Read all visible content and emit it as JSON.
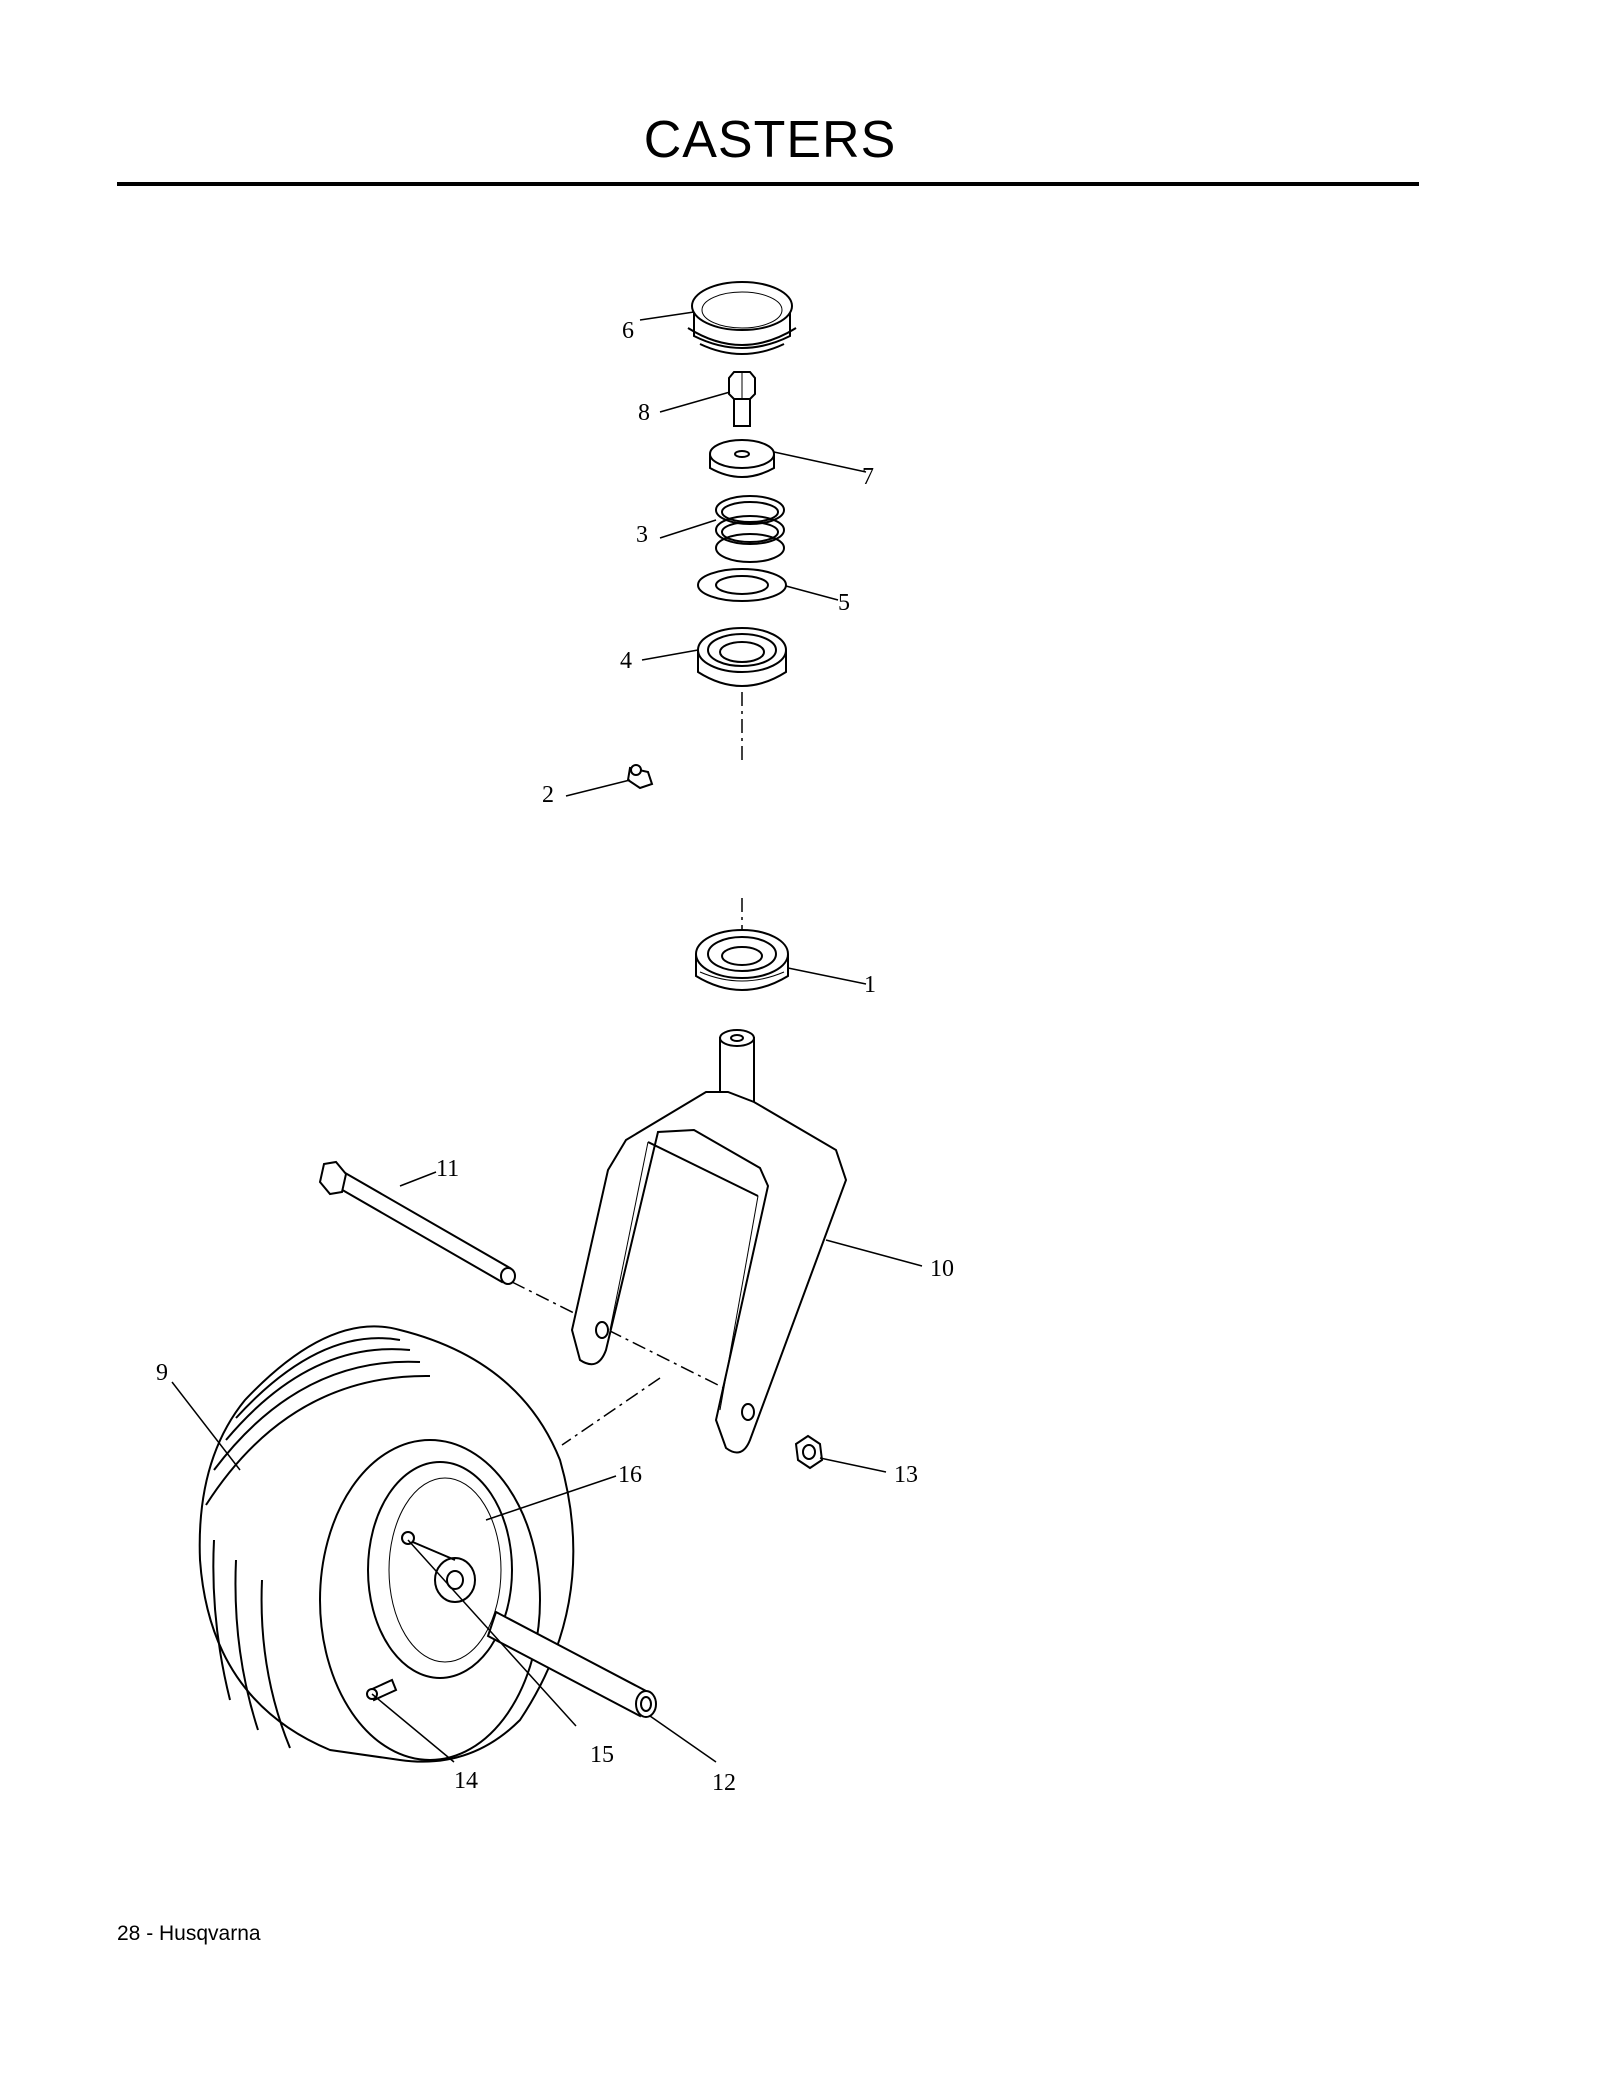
{
  "page": {
    "title": "CASTERS",
    "footer": "28 - Husqvarna"
  },
  "callouts": [
    "1",
    "2",
    "3",
    "4",
    "5",
    "6",
    "7",
    "8",
    "9",
    "10",
    "11",
    "12",
    "13",
    "14",
    "15",
    "16"
  ]
}
